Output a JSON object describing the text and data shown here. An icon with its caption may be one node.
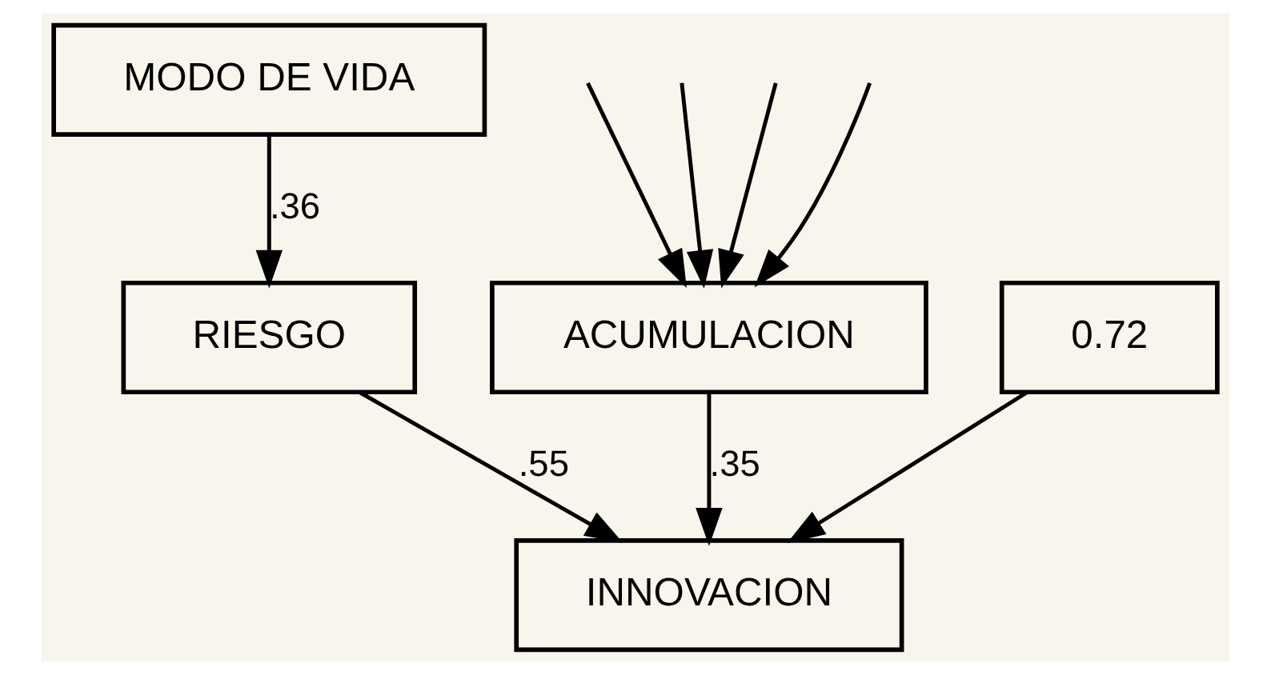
{
  "diagram": {
    "nodes": [
      {
        "text": [
          "MODO DE VIDA"
        ]
      },
      {
        "text": [
          "ACUMULACION"
        ]
      },
      {
        "text": [
          "RIESGO"
        ]
      },
      {
        "text": [
          "INNOVACION"
        ]
      },
      {
        "text": [
          "0.72"
        ]
      }
    ],
    "edges": [
      {
        "from": null,
        "to": 1,
        "arrow": "to"
      },
      {
        "from": null,
        "to": 1,
        "arrow": "to"
      },
      {
        "from": null,
        "to": 1,
        "arrow": "to"
      },
      {
        "from": null,
        "to": 1,
        "arrow": "to"
      },
      {
        "from": 0,
        "to": 2,
        "arrow": "to",
        "label": ".36"
      },
      {
        "from": 2,
        "to": 3,
        "arrow": "to",
        "label": ".55"
      },
      {
        "from": 1,
        "to": 3,
        "arrow": "to",
        "label": ".35"
      },
      {
        "from": 4,
        "to": 3,
        "arrow": "to"
      }
    ]
  }
}
